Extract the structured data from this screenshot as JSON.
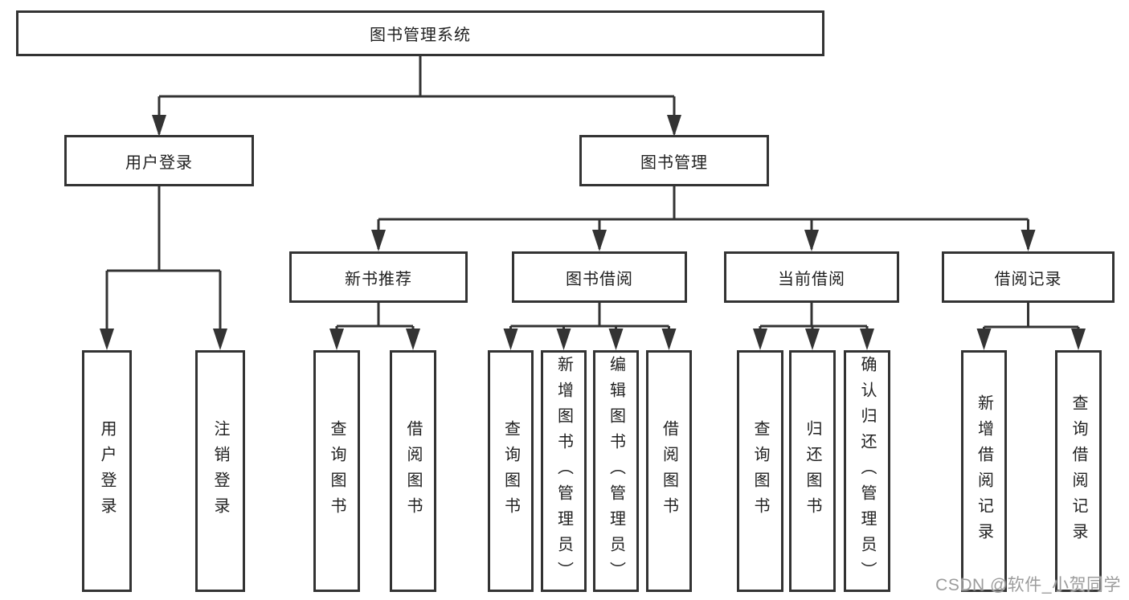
{
  "diagram": {
    "root": {
      "label": "图书管理系统"
    },
    "user_login": {
      "label": "用户登录"
    },
    "book_management": {
      "label": "图书管理"
    },
    "new_book_recommend": {
      "label": "新书推荐"
    },
    "book_borrowing": {
      "label": "图书借阅"
    },
    "current_borrowing": {
      "label": "当前借阅"
    },
    "borrowing_records": {
      "label": "借阅记录"
    },
    "leaf_user_login": {
      "label": "用户登录"
    },
    "leaf_logout": {
      "label": "注销登录"
    },
    "leaf_recommend_query_books": {
      "label": "查询图书"
    },
    "leaf_recommend_borrow_books": {
      "label": "借阅图书"
    },
    "leaf_borrow_query_books": {
      "label": "查询图书"
    },
    "leaf_borrow_add_books_admin": {
      "label": "新增图书（管理员）"
    },
    "leaf_borrow_edit_books_admin": {
      "label": "编辑图书（管理员）"
    },
    "leaf_borrow_borrow_books": {
      "label": "借阅图书"
    },
    "leaf_current_query_books": {
      "label": "查询图书"
    },
    "leaf_current_return_books": {
      "label": "归还图书"
    },
    "leaf_current_confirm_return_admin": {
      "label": "确认归还（管理员）"
    },
    "leaf_records_add_record": {
      "label": "新增借阅记录"
    },
    "leaf_records_query_record": {
      "label": "查询借阅记录"
    }
  },
  "watermark": {
    "text": "CSDN @软件_小贺同学"
  },
  "colors": {
    "line": "#333333",
    "box_border": "#333333",
    "text": "#212121",
    "background": "#ffffff",
    "watermark": "#9c9c9c"
  }
}
